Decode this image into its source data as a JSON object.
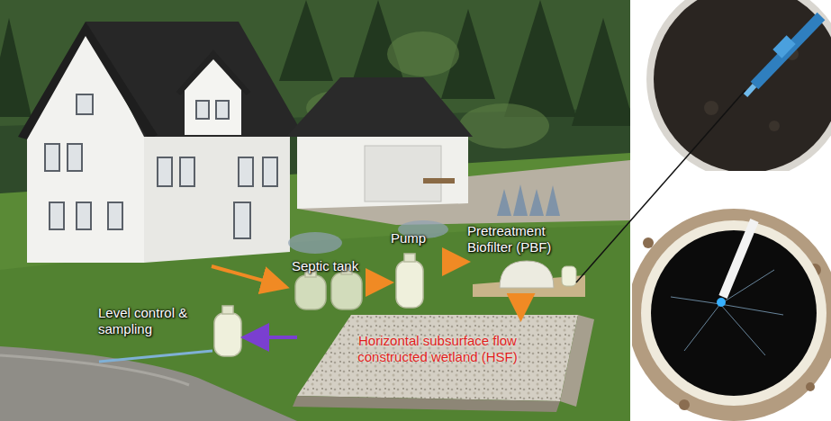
{
  "diagram": {
    "nodes": [
      {
        "text": [
          "Septic tank"
        ]
      },
      {
        "text": [
          "Pump"
        ]
      },
      {
        "text": [
          "Pretreatment Biofilter (PBF)"
        ]
      },
      {
        "text": [
          "Horizontal subsurface flow constructed wetland (HSF)"
        ]
      },
      {
        "text": [
          "Level control & sampling"
        ]
      }
    ],
    "edges": [
      {
        "from": 0,
        "to": 1,
        "arrow": "to"
      },
      {
        "from": 1,
        "to": 2,
        "arrow": "to"
      },
      {
        "from": 2,
        "to": 3,
        "arrow": "to"
      },
      {
        "from": 3,
        "to": 4,
        "arrow": "to"
      }
    ]
  }
}
